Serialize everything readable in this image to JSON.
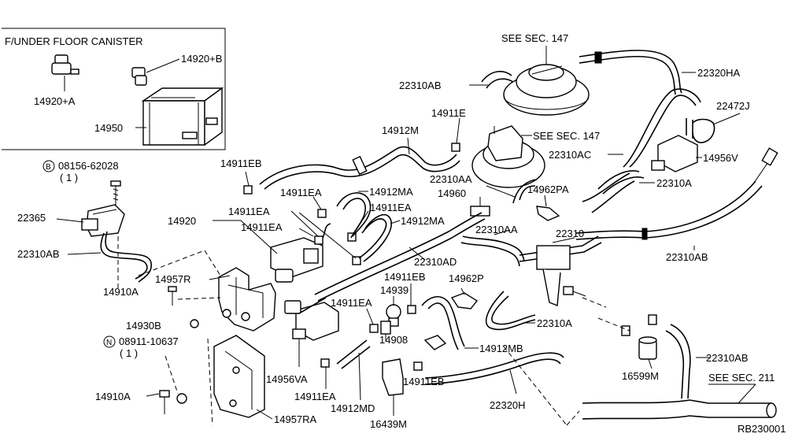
{
  "diagram": {
    "inset_title": "F/UNDER FLOOR CANISTER",
    "reference_code": "RB230001",
    "labels": {
      "p14920B": "14920+B",
      "p14920A": "14920+A",
      "p14950": "14950",
      "bolt_b": "08156-62028",
      "bolt_b_qty": "( 1 )",
      "nut_n": "08911-10637",
      "nut_n_qty": "( 1 )",
      "p14911EB_top": "14911EB",
      "p22365": "22365",
      "p22310AB_left": "22310AB",
      "p14910A_top": "14910A",
      "p14957R": "14957R",
      "p14930B": "14930B",
      "p14910A_bottom": "14910A",
      "p14957RA": "14957RA",
      "p14920": "14920",
      "p14911EA_1": "14911EA",
      "p14911EA_2": "14911EA",
      "p14911EA_3": "14911EA",
      "p14911EA_4": "14911EA",
      "p14911EA_5": "14911EA",
      "p14911EA_6": "14911EA",
      "p14912MA_1": "14912MA",
      "p14912MA_2": "14912MA",
      "p14912M": "14912M",
      "p14911E": "14911E",
      "see147_top": "SEE SEC. 147",
      "see147_mid": "SEE SEC. 147",
      "p22310AB_top": "22310AB",
      "p22320HA": "22320HA",
      "p22472J": "22472J",
      "p22310AC": "22310AC",
      "p14956V": "14956V",
      "p22310AA_1": "22310AA",
      "p14960": "14960",
      "p14962PA": "14962PA",
      "p22310A_right": "22310A",
      "p22310AA_2": "22310AA",
      "p22310": "22310",
      "p22310AD": "22310AD",
      "p22310AB_right": "22310AB",
      "p14911EB_mid": "14911EB",
      "p14962P": "14962P",
      "p14939": "14939",
      "p22310A_mid": "22310A",
      "p14908": "14908",
      "p14912MB": "14912MB",
      "p14956VA": "14956VA",
      "p14911EB_bottom": "14911EB",
      "p14912MD": "14912MD",
      "p16439M": "16439M",
      "p22320H": "22320H",
      "p16599M": "16599M",
      "p22310AB_bottom": "22310AB",
      "see211": "SEE SEC. 211",
      "circle_b": "B",
      "circle_n": "N"
    }
  }
}
